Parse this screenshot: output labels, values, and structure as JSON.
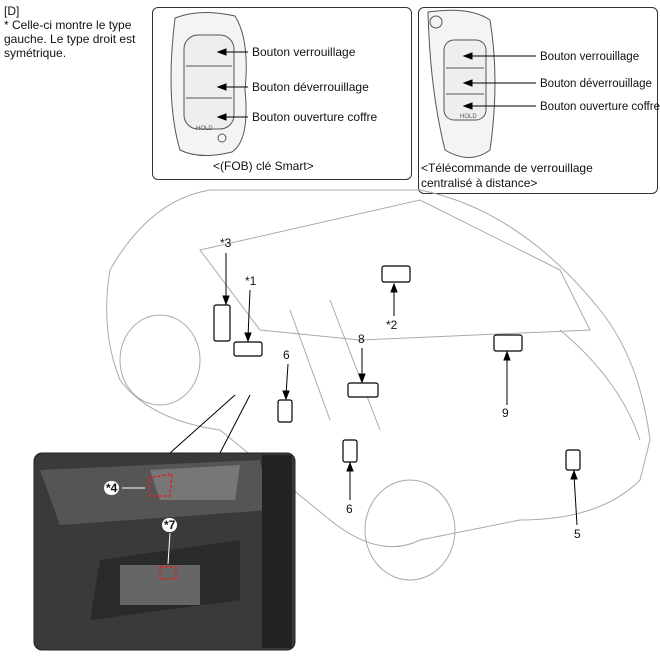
{
  "section": "[D]",
  "note": "* Celle-ci montre le type gauche. Le type droit est symétrique.",
  "smart_key": {
    "caption": "<(FOB) clé Smart>",
    "buttons": [
      "Bouton verrouillage",
      "Bouton déverrouillage",
      "Bouton ouverture coffre"
    ],
    "hold_text": "HOLD"
  },
  "remote": {
    "caption_line1": "<Télécommande de verrouillage",
    "caption_line2": "centralisé à distance>",
    "buttons": [
      "Bouton verrouillage",
      "Bouton déverrouillage",
      "Bouton ouverture coffre"
    ],
    "hold_text": "HOLD"
  },
  "callouts": [
    "*1",
    "*2",
    "*3",
    "*4",
    "5",
    "6",
    "6",
    "*7",
    "8",
    "9"
  ]
}
